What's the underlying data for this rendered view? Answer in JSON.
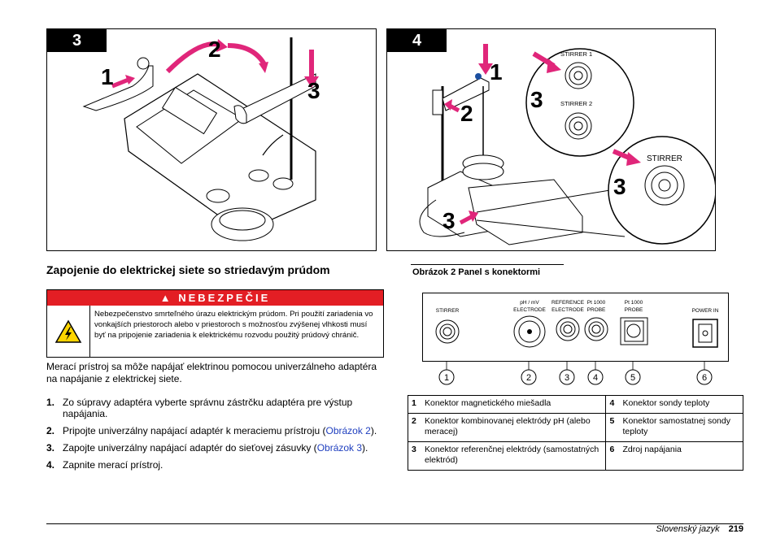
{
  "figure3": {
    "tag": "3",
    "labels": [
      "1",
      "2",
      "3"
    ]
  },
  "figure4": {
    "tag": "4",
    "labels": [
      "1",
      "2",
      "3",
      "3",
      "3"
    ],
    "zoom_labels": {
      "stirrer1": "STIRRER 1",
      "stirrer2": "STIRRER 2",
      "stirrer": "STIRRER"
    }
  },
  "section": {
    "title": "Zapojenie do elektrickej siete so striedavým prúdom"
  },
  "danger": {
    "header": "NEBEZPEČIE",
    "text": "Nebezpečenstvo smrteľného úrazu elektrickým prúdom. Pri použití zariadenia vo vonkajších priestoroch alebo v priestoroch s možnosťou zvýšenej vlhkosti musí byť na pripojenie zariadenia k elektrickému rozvodu použitý prúdový chránič."
  },
  "intro": "Merací prístroj sa môže napájať elektrinou pomocou univerzálneho adaptéra na napájanie z elektrickej siete.",
  "steps": [
    {
      "num": "1.",
      "text": "Zo súpravy adaptéra vyberte správnu zástrčku adaptéra pre výstup napájania."
    },
    {
      "num": "2.",
      "text_before": "Pripojte univerzálny napájací adaptér k meraciemu prístroju (",
      "link": "Obrázok 2",
      "text_after": ")."
    },
    {
      "num": "3.",
      "text_before": "Zapojte univerzálny napájací adaptér do sieťovej zásuvky (",
      "link": "Obrázok 3",
      "text_after": ")."
    },
    {
      "num": "4.",
      "text": "Zapnite merací prístroj."
    }
  ],
  "figure2": {
    "caption": "Obrázok 2  Panel s konektormi",
    "connectors": [
      {
        "label1": "",
        "label2": "STIRRER",
        "callout": "1"
      },
      {
        "label1": "pH / mV",
        "label2": "ELECTRODE",
        "callout": "2"
      },
      {
        "label1": "REFERENCE",
        "label2": "ELECTRODE",
        "callout": "3"
      },
      {
        "label1": "Pt 1000",
        "label2": "PROBE",
        "callout": "4"
      },
      {
        "label1": "Pt 1000",
        "label2": "PROBE",
        "callout": "5"
      },
      {
        "label1": "",
        "label2": "POWER IN",
        "callout": "6"
      }
    ]
  },
  "legend": [
    [
      {
        "num": "1",
        "text": "Konektor magnetického miešadla"
      },
      {
        "num": "4",
        "text": "Konektor sondy teploty"
      }
    ],
    [
      {
        "num": "2",
        "text": "Konektor kombinovanej elektródy pH (alebo meracej)"
      },
      {
        "num": "5",
        "text": "Konektor samostatnej sondy teploty"
      }
    ],
    [
      {
        "num": "3",
        "text": "Konektor referenčnej elektródy (samostatných elektród)"
      },
      {
        "num": "6",
        "text": "Zdroj napájania"
      }
    ]
  ],
  "footer": {
    "language": "Slovenský jazyk",
    "page": "219"
  }
}
